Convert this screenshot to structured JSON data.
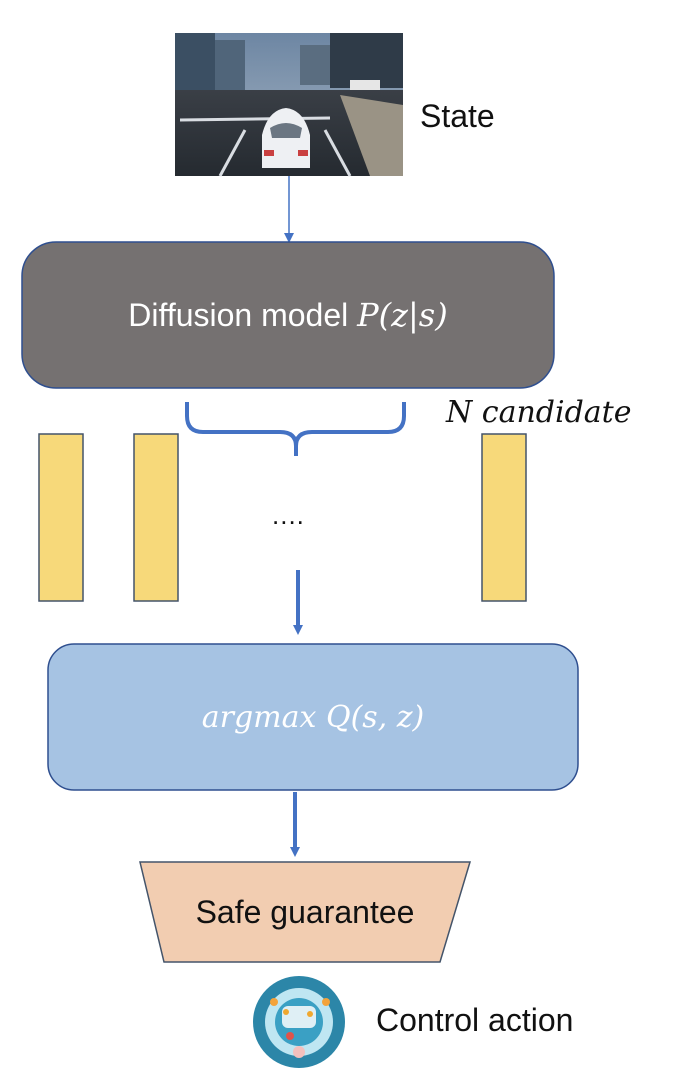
{
  "diagram": {
    "state": {
      "label": "State",
      "image_icon": "driving-scene-image"
    },
    "diffusion": {
      "text": "Diffusion model ",
      "math": "P(z|s)"
    },
    "candidates": {
      "label": "N candidate",
      "ellipsis": "....",
      "count_drawn": 3
    },
    "selector": {
      "math": "argmax Q(s, z)"
    },
    "safety": {
      "text": "Safe guarantee"
    },
    "output": {
      "label": "Control action",
      "icon": "steering-wheel-icon"
    }
  },
  "colors": {
    "diffusion_box": "#757171",
    "selector_box": "#a6c3e3",
    "candidate_bar": "#f7d97a",
    "safety_box": "#f2cdb1",
    "arrow": "#4472c4",
    "border": "#2f4f8f"
  }
}
